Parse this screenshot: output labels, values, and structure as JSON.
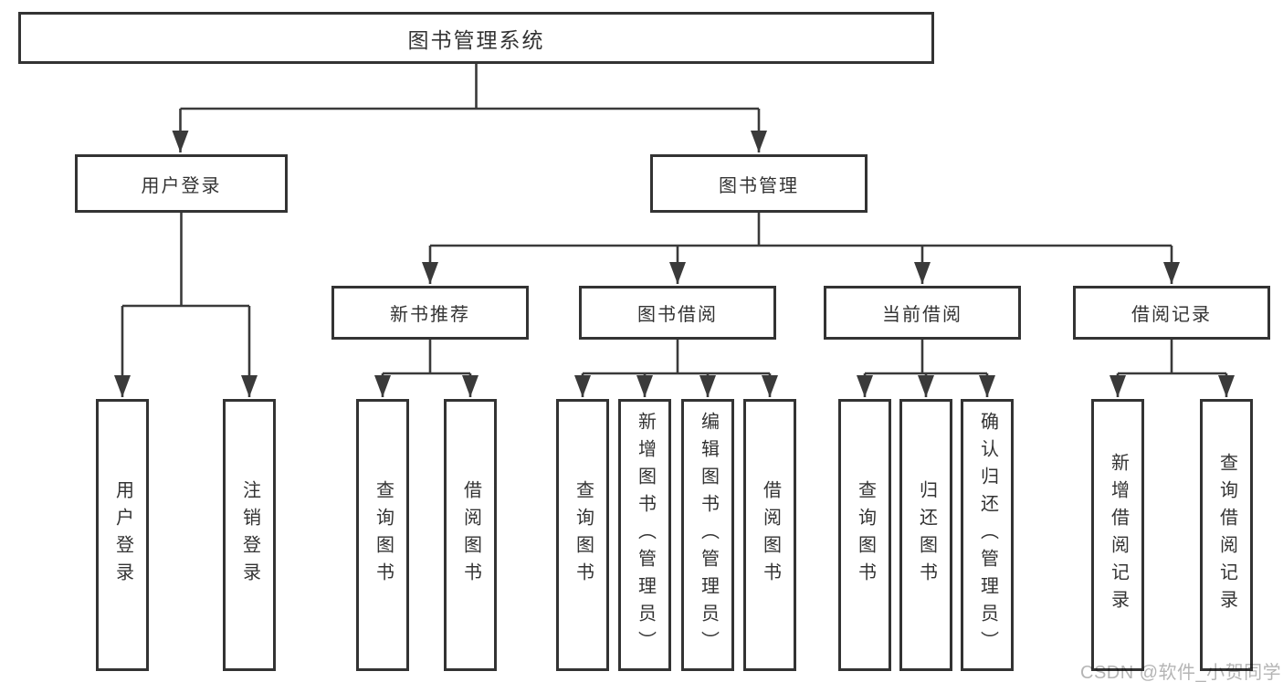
{
  "diagram": {
    "root": {
      "label": "图书管理系统"
    },
    "branches": [
      {
        "label": "用户登录",
        "children": [
          {
            "label": "用户登录"
          },
          {
            "label": "注销登录"
          }
        ]
      },
      {
        "label": "图书管理",
        "children": [
          {
            "label": "新书推荐",
            "children": [
              {
                "label": "查询图书"
              },
              {
                "label": "借阅图书"
              }
            ]
          },
          {
            "label": "图书借阅",
            "children": [
              {
                "label": "查询图书"
              },
              {
                "label": "新增图书（管理员）"
              },
              {
                "label": "编辑图书（管理员）"
              },
              {
                "label": "借阅图书"
              }
            ]
          },
          {
            "label": "当前借阅",
            "children": [
              {
                "label": "查询图书"
              },
              {
                "label": "归还图书"
              },
              {
                "label": "确认归还（管理员）"
              }
            ]
          },
          {
            "label": "借阅记录",
            "children": [
              {
                "label": "新增借阅记录"
              },
              {
                "label": "查询借阅记录"
              }
            ]
          }
        ]
      }
    ]
  },
  "colors": {
    "line": "#3a3a3a",
    "box_border": "#333333",
    "text": "#333333",
    "watermark": "#b5b5b5",
    "background": "#ffffff"
  },
  "watermark": {
    "text": "CSDN @软件_小贺同学"
  }
}
